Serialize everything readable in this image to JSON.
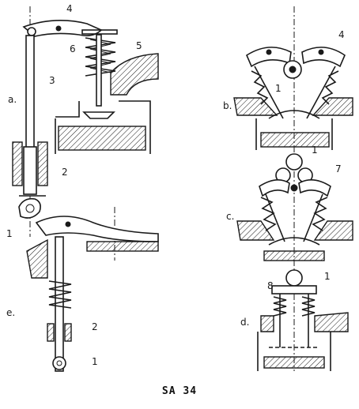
{
  "figure": {
    "caption": "SA 34",
    "panels": [
      {
        "id": "a",
        "label": "a.",
        "parts": [
          "1",
          "2",
          "3",
          "4",
          "5",
          "6"
        ]
      },
      {
        "id": "b",
        "label": "b.",
        "parts": [
          "1",
          "4"
        ]
      },
      {
        "id": "c",
        "label": "c.",
        "parts": [
          "1",
          "7"
        ]
      },
      {
        "id": "d",
        "label": "d.",
        "parts": [
          "1",
          "8"
        ]
      },
      {
        "id": "e",
        "label": "e.",
        "parts": [
          "1",
          "2"
        ]
      }
    ]
  },
  "colors": {
    "ink": "#1a1a1a",
    "paper": "#ffffff"
  }
}
